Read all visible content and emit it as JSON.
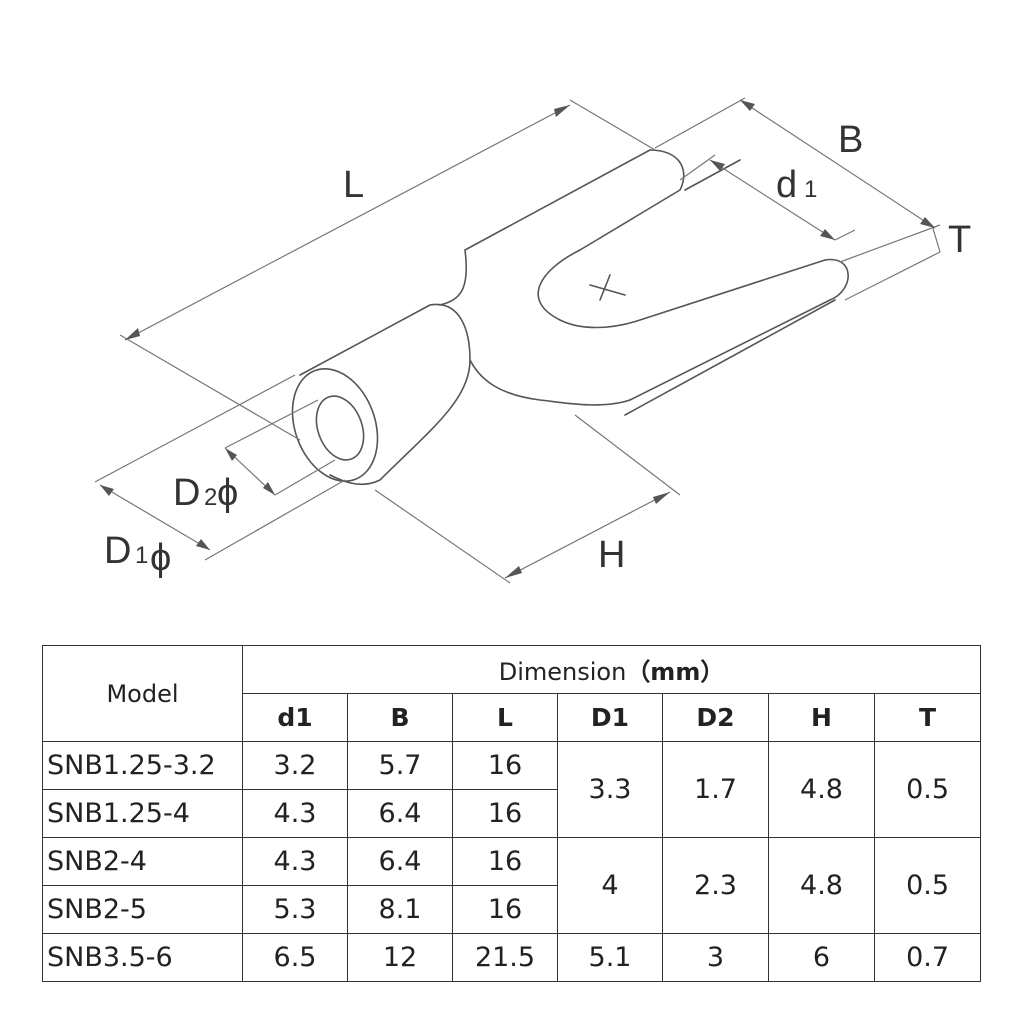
{
  "diagram": {
    "labels": {
      "L": "L",
      "B": "B",
      "d1_main": "d",
      "d1_sub": "1",
      "T": "T",
      "H": "H",
      "D2_main": "D",
      "D2_sub": "2",
      "D2_phi": "ϕ",
      "D1_main": "D",
      "D1_sub": "1",
      "D1_phi": "ϕ"
    }
  },
  "table": {
    "model_header": "Model",
    "dimension_header": "Dimension",
    "unit": "（mm）",
    "columns": [
      "d1",
      "B",
      "L",
      "D1",
      "D2",
      "H",
      "T"
    ],
    "rows": [
      {
        "model": "SNB1.25-3.2",
        "d1": "3.2",
        "B": "5.7",
        "L": "16"
      },
      {
        "model": "SNB1.25-4",
        "d1": "4.3",
        "B": "6.4",
        "L": "16"
      },
      {
        "model": "SNB2-4",
        "d1": "4.3",
        "B": "6.4",
        "L": "16"
      },
      {
        "model": "SNB2-5",
        "d1": "5.3",
        "B": "8.1",
        "L": "16"
      },
      {
        "model": "SNB3.5-6",
        "d1": "6.5",
        "B": "12",
        "L": "21.5"
      }
    ],
    "groups": [
      {
        "D1": "3.3",
        "D2": "1.7",
        "H": "4.8",
        "T": "0.5"
      },
      {
        "D1": "4",
        "D2": "2.3",
        "H": "4.8",
        "T": "0.5"
      },
      {
        "D1": "5.1",
        "D2": "3",
        "H": "6",
        "T": "0.7"
      }
    ]
  }
}
